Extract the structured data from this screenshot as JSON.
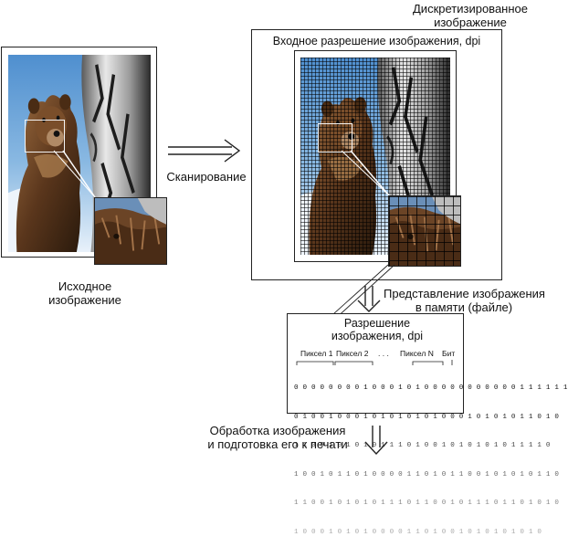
{
  "labels": {
    "source_image": "Исходное изображение",
    "source_image_l1": "Исходное",
    "source_image_l2": "изображение",
    "scanning": "Сканирование",
    "discretized_l1": "Дискретизированное",
    "discretized_l2": "изображение",
    "input_resolution": "Входное разрешение изображения, dpi",
    "memory_l1": "Представление изображения",
    "memory_l2": "в памяти (файле)",
    "resolution_l1": "Разрешение",
    "resolution_l2": "изображения, dpi",
    "processing_l1": "Обработка изображения",
    "processing_l2": "и подготовка его к печати"
  },
  "bit_table": {
    "headers": {
      "pixel1": "Пиксел 1",
      "pixel2": "Пиксел 2",
      "ellipsis": ". . .",
      "pixelN": "Пиксел N",
      "bit": "Бит"
    },
    "rows": [
      "0 0 0 0 0 0 0 0 1 0 0 0 1 0 1 0 0 0 0 0 0 0 0 0 0 0 1 1 1 1 1 1",
      "0 1 0 0 1 0 0 0 1 0 1 0 1 0 1 0 1 0 0 0 1 0 1 0 1 0 1 1 0 1 0",
      "1 1 0 0 1 0 1 0 1 0 1 1 1 0 1 0 0 1 0 1 0 1 0 1 0 1 1 1 1 0",
      "1 0 0 1 0 1 1 0 1 0 0 0 0 1 1 0 1 0 1 1 0 0 1 0 1 0 1 0 1 1 0",
      "1 1 0 0 1 0 1 0 1 0 1 1 1 0 1 1 0 0 1 0 1 1 1 0 1 1 0 1 0 1 0",
      "1 0 0 0 1 0 1 0 1 0 0 0 0 1 1 0 1 0 0 1 0 1 0 1 0 1 0 1 0"
    ]
  },
  "colors": {
    "sky": "#6fa8d8",
    "snow": "#eef4fb",
    "bear_dark": "#3a2414",
    "bear_light": "#8a5a34",
    "bark": "#cfcfcf",
    "line": "#222222"
  },
  "icons": {
    "scan_arrow": "double-line-right-arrow",
    "down_arrow": "double-line-down-arrow"
  }
}
